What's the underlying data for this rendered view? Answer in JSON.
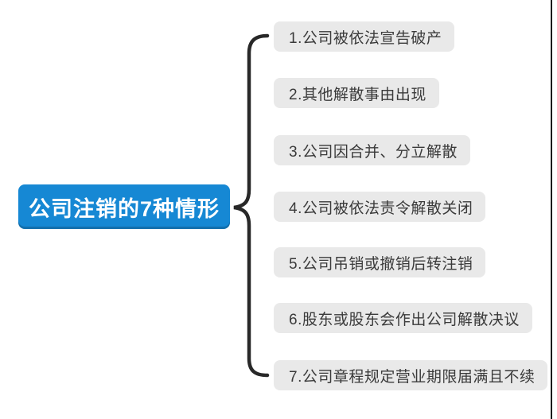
{
  "diagram": {
    "root": {
      "label": "公司注销的7种情形"
    },
    "branches": [
      {
        "label": "1.公司被依法宣告破产"
      },
      {
        "label": "2.其他解散事由出现"
      },
      {
        "label": "3.公司因合并、分立解散"
      },
      {
        "label": "4.公司被依法责令解散关闭"
      },
      {
        "label": "5.公司吊销或撤销后转注销"
      },
      {
        "label": "6.股东或股东会作出公司解散决议"
      },
      {
        "label": "7.公司章程规定营业期限届满且不续"
      }
    ],
    "colors": {
      "root_bg": "#1688d4",
      "root_text": "#ffffff",
      "branch_bg": "#e9e9e9",
      "branch_text": "#3a3a3a",
      "brace": "#282828",
      "right_rule": "#1c1c1c"
    }
  }
}
